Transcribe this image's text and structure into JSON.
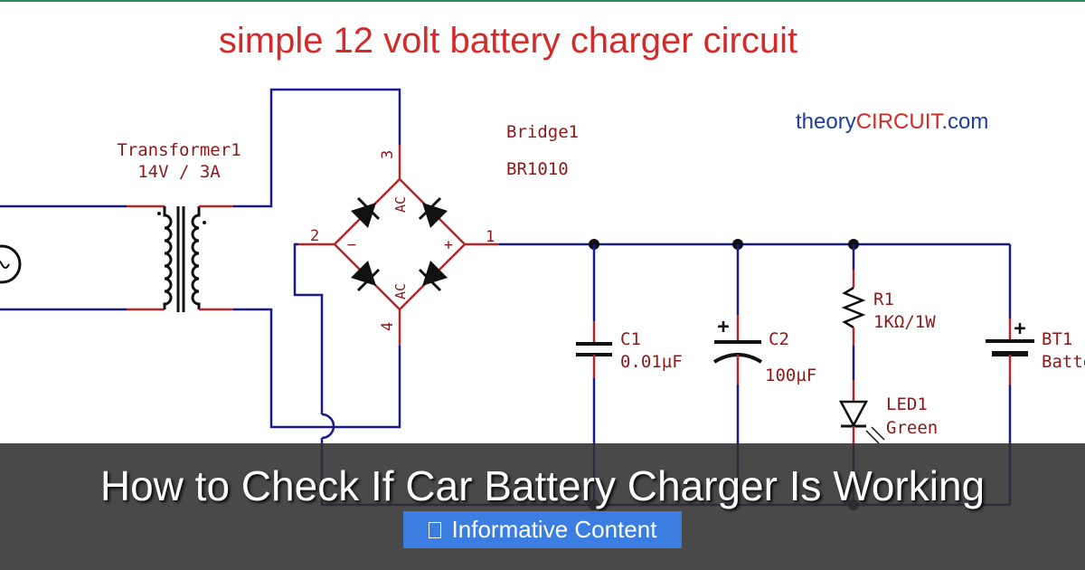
{
  "diagram": {
    "title": "simple 12 volt battery charger circuit",
    "brand": {
      "prefix": "theory",
      "highlight": "CIRCUIT",
      "suffix": ".com"
    },
    "transformer": {
      "name": "Transformer1",
      "rating": "14V / 3A"
    },
    "bridge": {
      "name": "Bridge1",
      "part": "BR1010",
      "pins": [
        "1",
        "2",
        "3",
        "4"
      ],
      "ac_label": "AC",
      "plus": "+",
      "minus": "−"
    },
    "c1": {
      "name": "C1",
      "value": "0.01µF"
    },
    "c2": {
      "name": "C2",
      "value": "100µF",
      "polarity": "+"
    },
    "r1": {
      "name": "R1",
      "value": "1KΩ/1W"
    },
    "led1": {
      "name": "LED1",
      "color": "Green"
    },
    "bt1": {
      "name": "BT1",
      "value": "Batte",
      "polarity": "+"
    }
  },
  "overlay": {
    "headline": "How to Check If Car Battery Charger Is Working",
    "badge": {
      "icon": "document-icon",
      "label": "Informative Content"
    }
  },
  "colors": {
    "wire": "#1a1a8c",
    "lead": "#b3262a",
    "title": "#d42a2a",
    "brand_dark": "#1f3d99",
    "brand_accent": "#d42a2a",
    "badge": "#3b7de0"
  }
}
